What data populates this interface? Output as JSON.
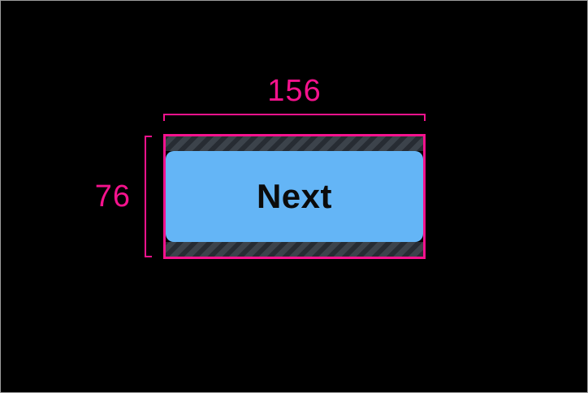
{
  "canvas": {
    "background_color": "#000000",
    "border_color": "#9c9c9c"
  },
  "measurement_overlay": {
    "accent_color": "#F5128D",
    "width_label": "156",
    "height_label": "76"
  },
  "widget": {
    "button_label": "Next",
    "button_color": "#64B5F6",
    "button_text_color": "#0b0b0b",
    "padding_hatch_background": "#3C434B",
    "padding_hatch_stripe": "#272C33"
  }
}
